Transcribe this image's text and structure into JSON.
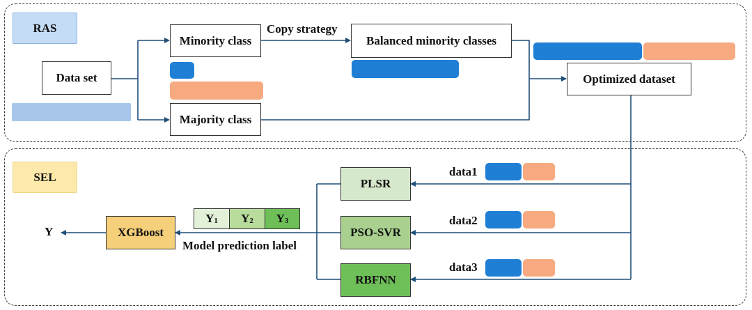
{
  "colors": {
    "blue": "#1f7fd4",
    "orange": "#f7aa80",
    "light_blue": "#a8c6ec",
    "ras_tag": "#c5dcf6",
    "sel_tag": "#fde9a9",
    "plsr": "#d6e8cb",
    "pso_svr": "#a9d08e",
    "rbfnn": "#6ebf58",
    "xgboost": "#f5cf7a",
    "y1": "#e3f1d8",
    "y2": "#b7dc9c",
    "y3": "#6ebf58",
    "arrow": "#1f4e79"
  },
  "ras": {
    "tag": "RAS",
    "data_set": "Data set",
    "minority_class": "Minority class",
    "majority_class": "Majority class",
    "copy_strategy": "Copy strategy",
    "balanced_minority": "Balanced minority classes",
    "optimized_dataset": "Optimized dataset"
  },
  "sel": {
    "tag": "SEL",
    "models": [
      "PLSR",
      "PSO-SVR",
      "RBFNN"
    ],
    "data_labels": [
      "data1",
      "data2",
      "data3"
    ],
    "xgboost": "XGBoost",
    "output": "Y",
    "prediction_label": "Model prediction label",
    "y_cells": [
      {
        "base": "Y",
        "sub": "1"
      },
      {
        "base": "Y",
        "sub": "2"
      },
      {
        "base": "Y",
        "sub": "3"
      }
    ]
  }
}
